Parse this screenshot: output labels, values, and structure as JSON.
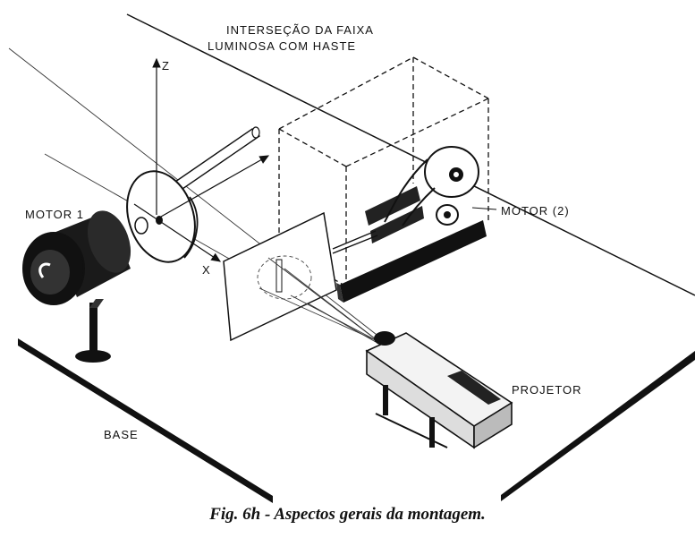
{
  "labels": {
    "intersection_line1": "INTERSEÇÃO DA FAIXA",
    "intersection_line2": "LUMINOSA COM HASTE",
    "motor1": "MOTOR 1",
    "motor2": "MOTOR (2)",
    "projector": "PROJETOR",
    "base": "BASE",
    "axis_z": "Z",
    "axis_x": "X"
  },
  "caption": "Fig. 6h - Aspectos gerais da montagem."
}
